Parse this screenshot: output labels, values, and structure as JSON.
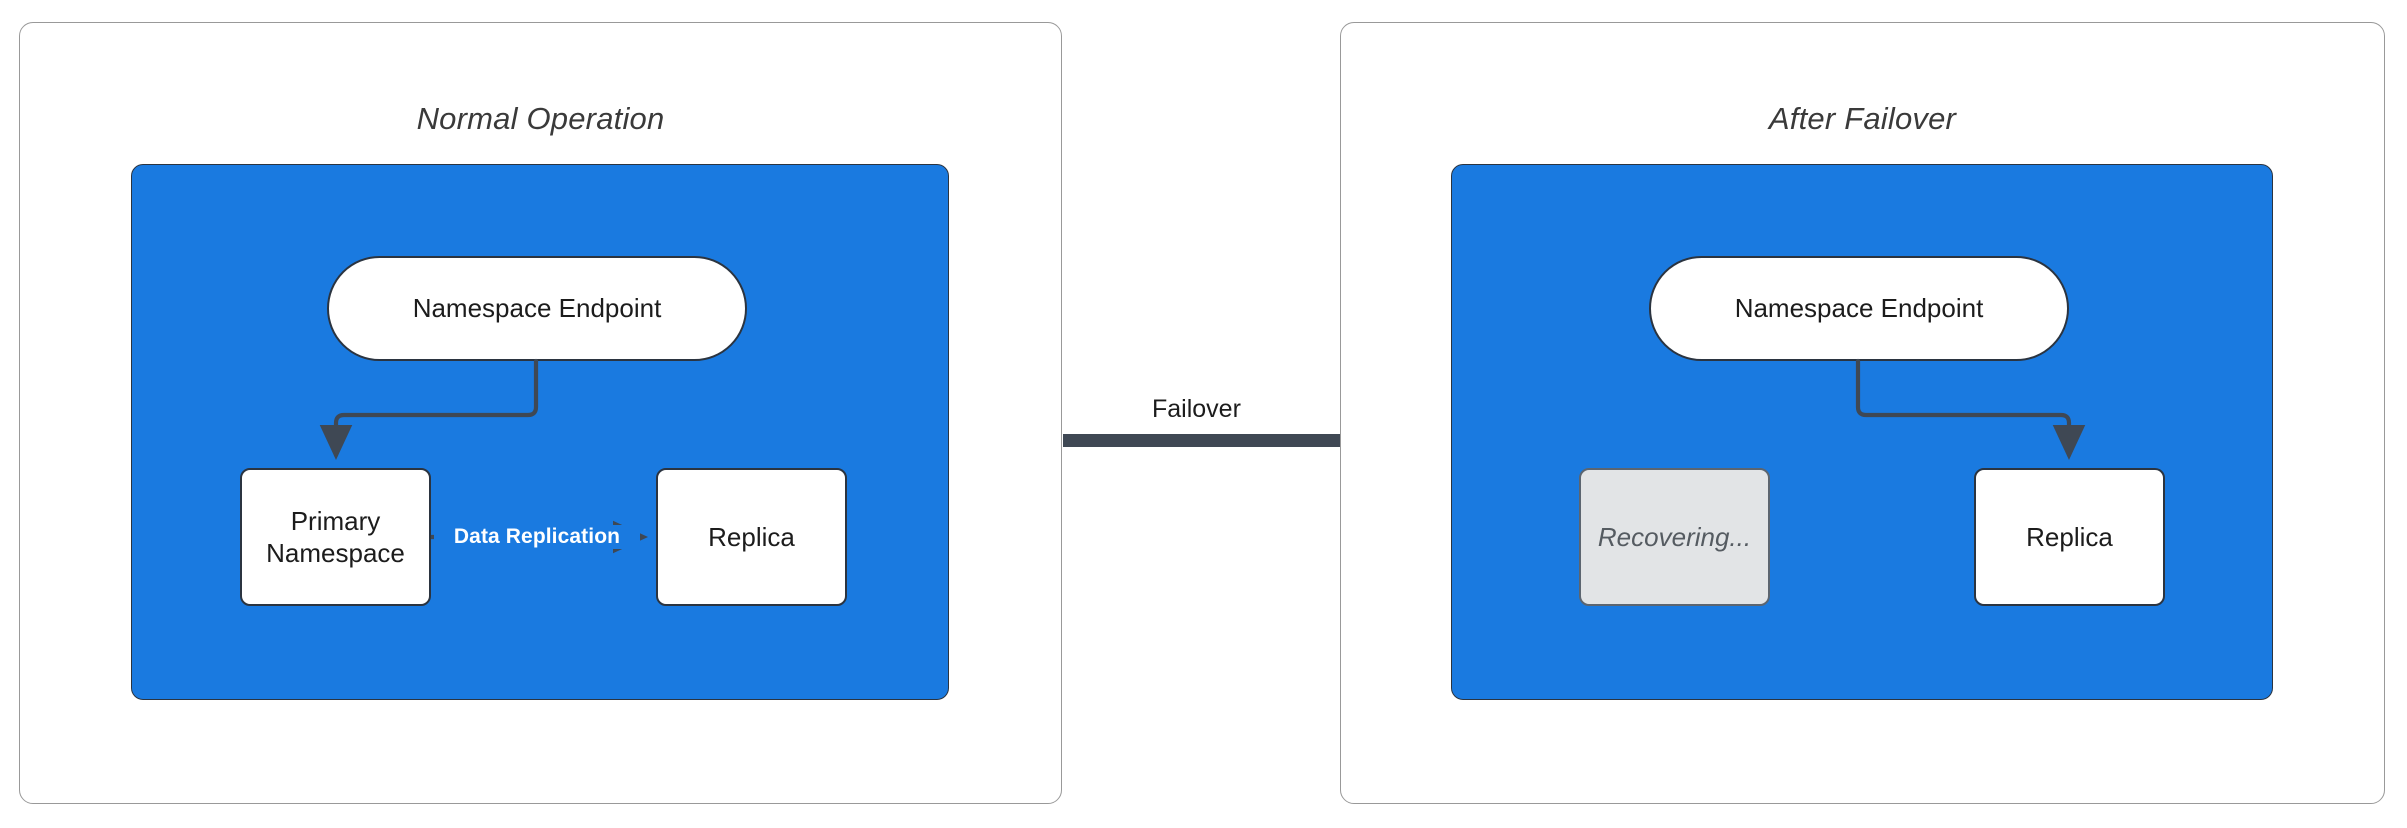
{
  "diagram": {
    "background_color": "#ffffff",
    "region_color": "#1a7ae0",
    "stroke_color": "#2b3440",
    "panel_border_color": "#999999",
    "recovering_fill": "#e2e4e6",
    "panels": [
      {
        "id": "normal-operation",
        "title": "Normal Operation",
        "nodes": [
          {
            "id": "namespace-endpoint-left",
            "label": "Namespace Endpoint",
            "shape": "pill",
            "state": "active"
          },
          {
            "id": "primary-namespace",
            "label": "Primary\nNamespace",
            "label_line1": "Primary",
            "label_line2": "Namespace",
            "shape": "box",
            "state": "active"
          },
          {
            "id": "replica-left",
            "label": "Replica",
            "shape": "box",
            "state": "active"
          }
        ],
        "edges": [
          {
            "id": "endpoint-to-primary",
            "from": "namespace-endpoint-left",
            "to": "primary-namespace",
            "label": "",
            "style": "elbow-arrow"
          },
          {
            "id": "primary-to-replica",
            "from": "primary-namespace",
            "to": "replica-left",
            "label": "Data Replication",
            "style": "straight-arrow"
          }
        ]
      },
      {
        "id": "after-failover",
        "title": "After Failover",
        "nodes": [
          {
            "id": "namespace-endpoint-right",
            "label": "Namespace Endpoint",
            "shape": "pill",
            "state": "active"
          },
          {
            "id": "recovering",
            "label": "Recovering...",
            "shape": "box",
            "state": "recovering"
          },
          {
            "id": "replica-right",
            "label": "Replica",
            "shape": "box",
            "state": "active"
          }
        ],
        "edges": [
          {
            "id": "endpoint-to-replica",
            "from": "namespace-endpoint-right",
            "to": "replica-right",
            "label": "",
            "style": "elbow-arrow"
          }
        ]
      }
    ],
    "transition": {
      "id": "failover-transition",
      "label": "Failover",
      "from_panel": "normal-operation",
      "to_panel": "after-failover",
      "style": "thick-arrow"
    }
  }
}
